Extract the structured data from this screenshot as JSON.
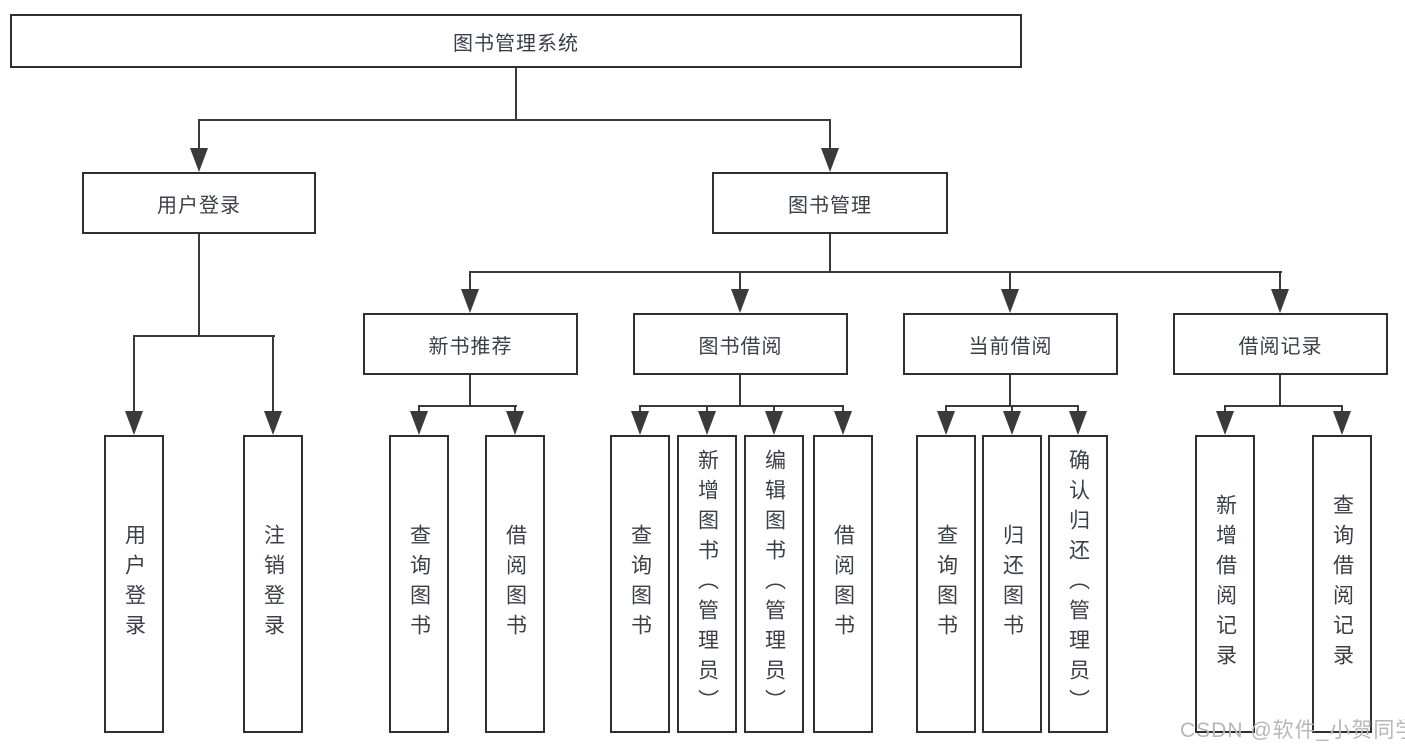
{
  "colors": {
    "background": "#ffffff",
    "box_border": "#2f2f2f",
    "box_background": "#ffffff",
    "box_text": "#3b4048",
    "connector_line": "#3a3a3a",
    "watermark_text": "#b7b7b7"
  },
  "watermark": {
    "text": "CSDN @软件_小贺同学"
  },
  "tree": {
    "root": {
      "label": "图书管理系统"
    },
    "branches": [
      {
        "label": "用户登录",
        "children": [
          {
            "label": "用户登录"
          },
          {
            "label": "注销登录"
          }
        ]
      },
      {
        "label": "图书管理",
        "children": [
          {
            "label": "新书推荐",
            "children": [
              {
                "label": "查询图书"
              },
              {
                "label": "借阅图书"
              }
            ]
          },
          {
            "label": "图书借阅",
            "children": [
              {
                "label": "查询图书"
              },
              {
                "label": "新增图书（管理员）"
              },
              {
                "label": "编辑图书（管理员）"
              },
              {
                "label": "借阅图书"
              }
            ]
          },
          {
            "label": "当前借阅",
            "children": [
              {
                "label": "查询图书"
              },
              {
                "label": "归还图书"
              },
              {
                "label": "确认归还（管理员）"
              }
            ]
          },
          {
            "label": "借阅记录",
            "children": [
              {
                "label": "新增借阅记录"
              },
              {
                "label": "查询借阅记录"
              }
            ]
          }
        ]
      }
    ]
  }
}
